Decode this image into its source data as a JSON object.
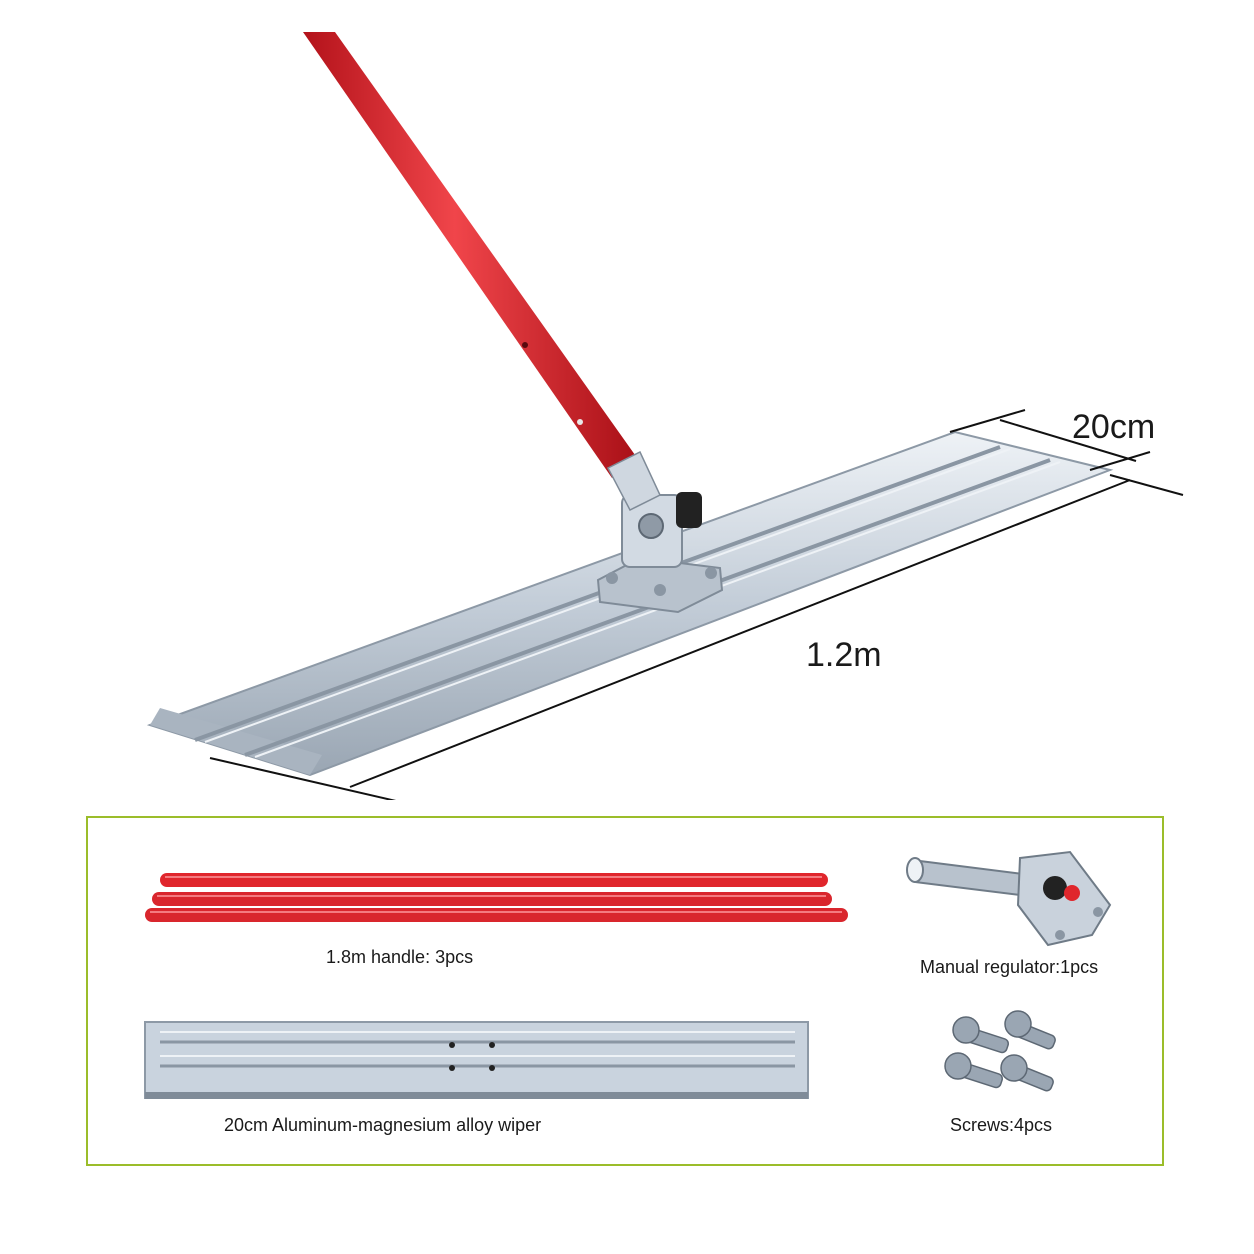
{
  "dimensions": {
    "width_label": "20cm",
    "length_label": "1.2m"
  },
  "parts": {
    "handle_caption": "1.8m handle: 3pcs",
    "regulator_caption": "Manual regulator:1pcs",
    "wiper_caption": "20cm Aluminum-magnesium alloy wiper",
    "screws_caption": "Screws:4pcs"
  },
  "colors": {
    "handle_red": "#e0262c",
    "aluminum": "#c9d3de",
    "box_border": "#9bbd2a"
  }
}
